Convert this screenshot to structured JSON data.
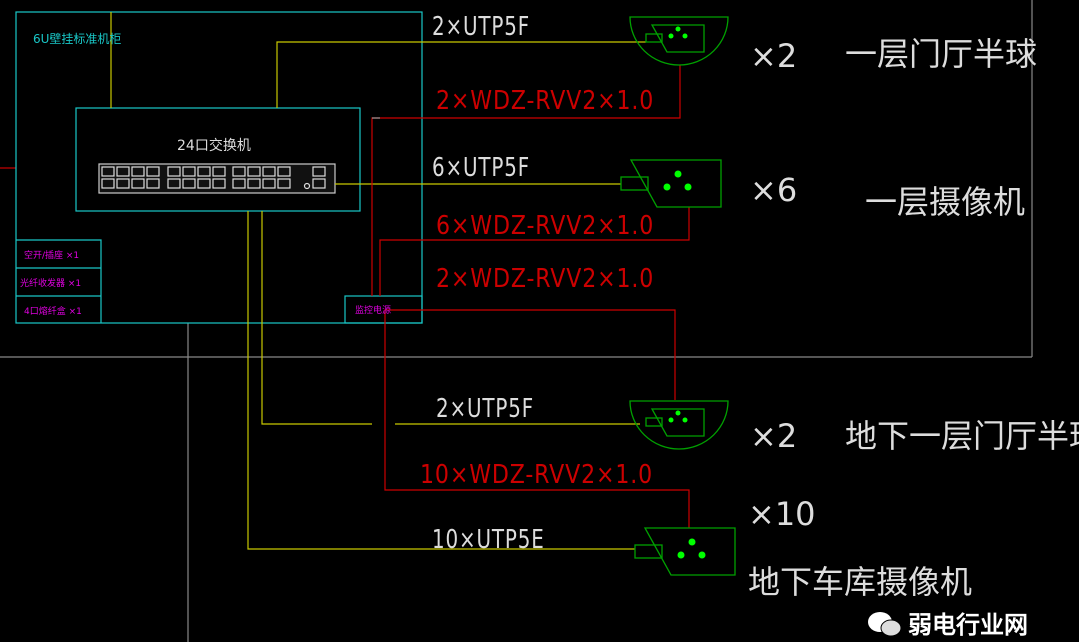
{
  "cabinet": {
    "title": "6U壁挂标准机柜",
    "items": [
      "空开/插座 ×1",
      "光纤收发器 ×1",
      "4口熔纤盒 ×1"
    ],
    "power": "监控电源"
  },
  "switch": {
    "title": "24口交换机"
  },
  "runs": [
    {
      "data_cable": "2×UTP5F",
      "power_cable": "2×WDZ-RVV2×1.0",
      "count": "×2",
      "label": "一层门厅半球",
      "camera": "dome"
    },
    {
      "data_cable": "6×UTP5F",
      "power_cable": "6×WDZ-RVV2×1.0",
      "count": "×6",
      "label": "一层摄像机",
      "camera": "box"
    },
    {
      "data_cable": "2×UTP5F",
      "power_cable": "2×WDZ-RVV2×1.0",
      "count": "×2",
      "label": "地下一层门厅半球",
      "camera": "dome"
    },
    {
      "data_cable": "10×UTP5E",
      "power_cable": "10×WDZ-RVV2×1.0",
      "count": "×10",
      "label": "地下车库摄像机",
      "camera": "box"
    }
  ],
  "watermark": "弱电行业网",
  "colors": {
    "cabinet": "#19c7c7",
    "data": "#c8c800",
    "power": "#c00000",
    "camera": "#00a000",
    "dots": "#00ff00"
  }
}
